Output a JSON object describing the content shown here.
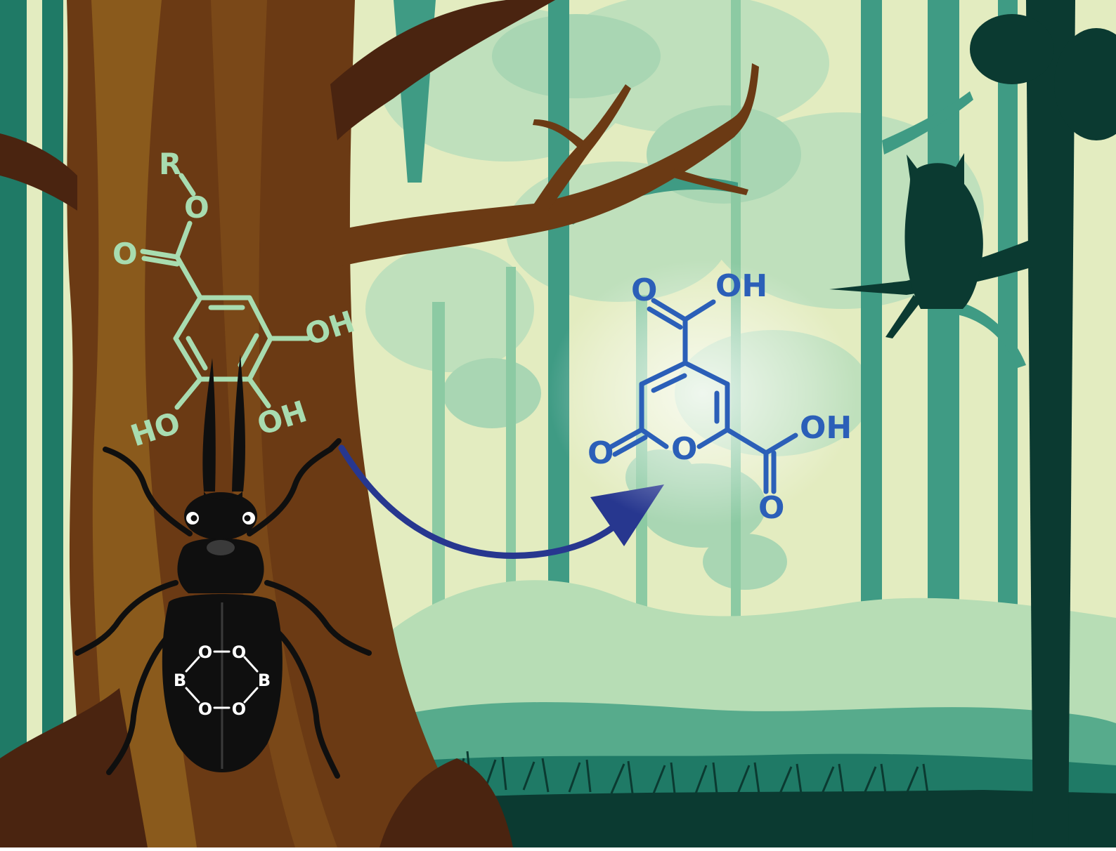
{
  "gallate": {
    "r_label": "R",
    "ester_o_label": "O",
    "carbonyl_o_label": "O",
    "oh_right_label": "OH",
    "oh_bottom_right_label": "OH",
    "ho_bottom_left_label": "HO"
  },
  "product": {
    "cooh_top_o_label": "O",
    "cooh_top_oh_label": "OH",
    "cooh_right_oh_label": "OH",
    "cooh_right_o_label": "O",
    "ring_o_label": "O",
    "lactone_o_label": "O"
  },
  "beetle_boron": {
    "b_left": "B",
    "b_right": "B",
    "o_top_left": "O",
    "o_top_right": "O",
    "o_bottom_left": "O",
    "o_bottom_right": "O"
  },
  "colors": {
    "sky": "#e3ecc0",
    "foliage_light": "#a9d6b3",
    "trunk_mid": "#3f9b84",
    "foliage_dark": "#1f7a66",
    "forest_shadow": "#0b3a31",
    "tree_brown": "#6b3a14",
    "tree_brown_dark": "#4a2410",
    "tree_brown_light": "#8a5a1c",
    "gallate_green": "#a8dcb0",
    "product_blue": "#2b5fb8",
    "arrow_navy": "#27378f",
    "beetle_black": "#0f0f0f"
  }
}
